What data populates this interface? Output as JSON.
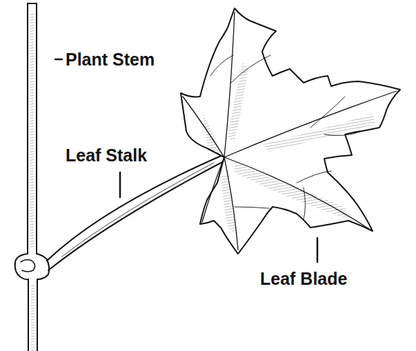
{
  "diagram": {
    "labels": [
      "Plant Stem",
      "Leaf Stalk",
      "Leaf Blade"
    ]
  }
}
